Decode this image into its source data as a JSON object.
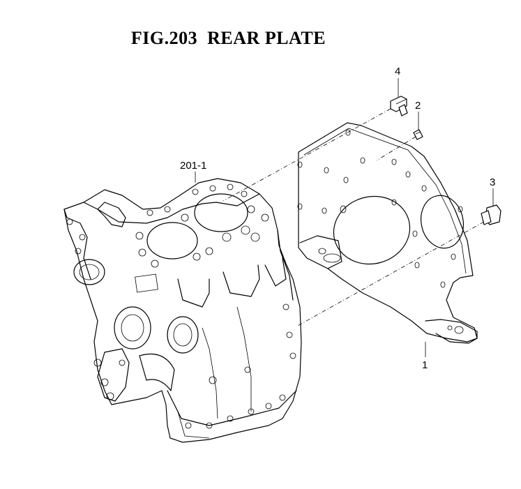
{
  "figure": {
    "title": "FIG.203  REAR PLATE"
  },
  "callouts": [
    {
      "id": "part-4",
      "label": "4"
    },
    {
      "id": "part-2",
      "label": "2"
    },
    {
      "id": "part-3",
      "label": "3"
    },
    {
      "id": "part-1",
      "label": "1"
    },
    {
      "id": "part-201-1",
      "label": "201-1"
    }
  ]
}
